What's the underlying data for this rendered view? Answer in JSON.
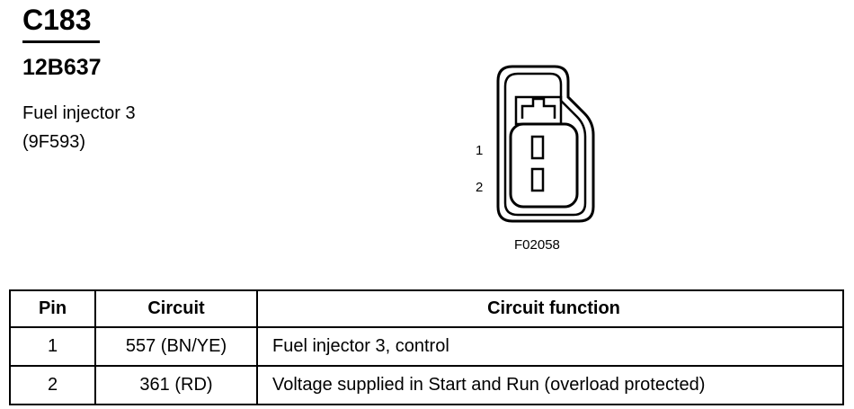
{
  "header": {
    "connector_id": "C183",
    "part_number": "12B637",
    "description_line1": "Fuel injector 3",
    "description_line2": "(9F593)"
  },
  "diagram": {
    "pin_labels": [
      "1",
      "2"
    ],
    "figure_code": "F02058"
  },
  "table": {
    "headers": {
      "pin": "Pin",
      "circuit": "Circuit",
      "function": "Circuit function"
    },
    "rows": [
      {
        "pin": "1",
        "circuit": "557 (BN/YE)",
        "function": "Fuel injector 3, control"
      },
      {
        "pin": "2",
        "circuit": "361 (RD)",
        "function": "Voltage supplied in Start and Run (overload protected)"
      }
    ]
  }
}
